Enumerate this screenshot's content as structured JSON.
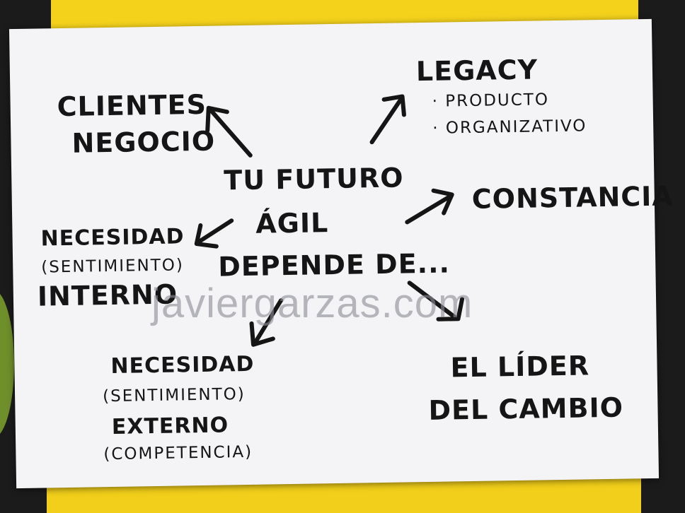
{
  "center": [
    "TU FUTURO",
    "ÁGIL",
    "DEPENDE DE..."
  ],
  "clientes": [
    "CLIENTES",
    "NEGOCIO"
  ],
  "legacy": {
    "title": "LEGACY",
    "items": [
      "· PRODUCTO",
      "· ORGANIZATIVO"
    ]
  },
  "constancia": "CONSTANCIA",
  "necesidad_interna": [
    "NECESIDAD",
    "(SENTIMIENTO)",
    "INTERNO"
  ],
  "necesidad_externa": [
    "NECESIDAD",
    "(SENTIMIENTO)",
    "EXTERNO",
    "(COMPETENCIA)"
  ],
  "lider": [
    "EL LÍDER",
    "DEL CAMBIO"
  ],
  "watermark": "javiergarzas.com",
  "colors": {
    "paper": "#f4f4f7",
    "ink": "#151515",
    "yellow": "#f4d21c",
    "background": "#1b1b1b"
  }
}
